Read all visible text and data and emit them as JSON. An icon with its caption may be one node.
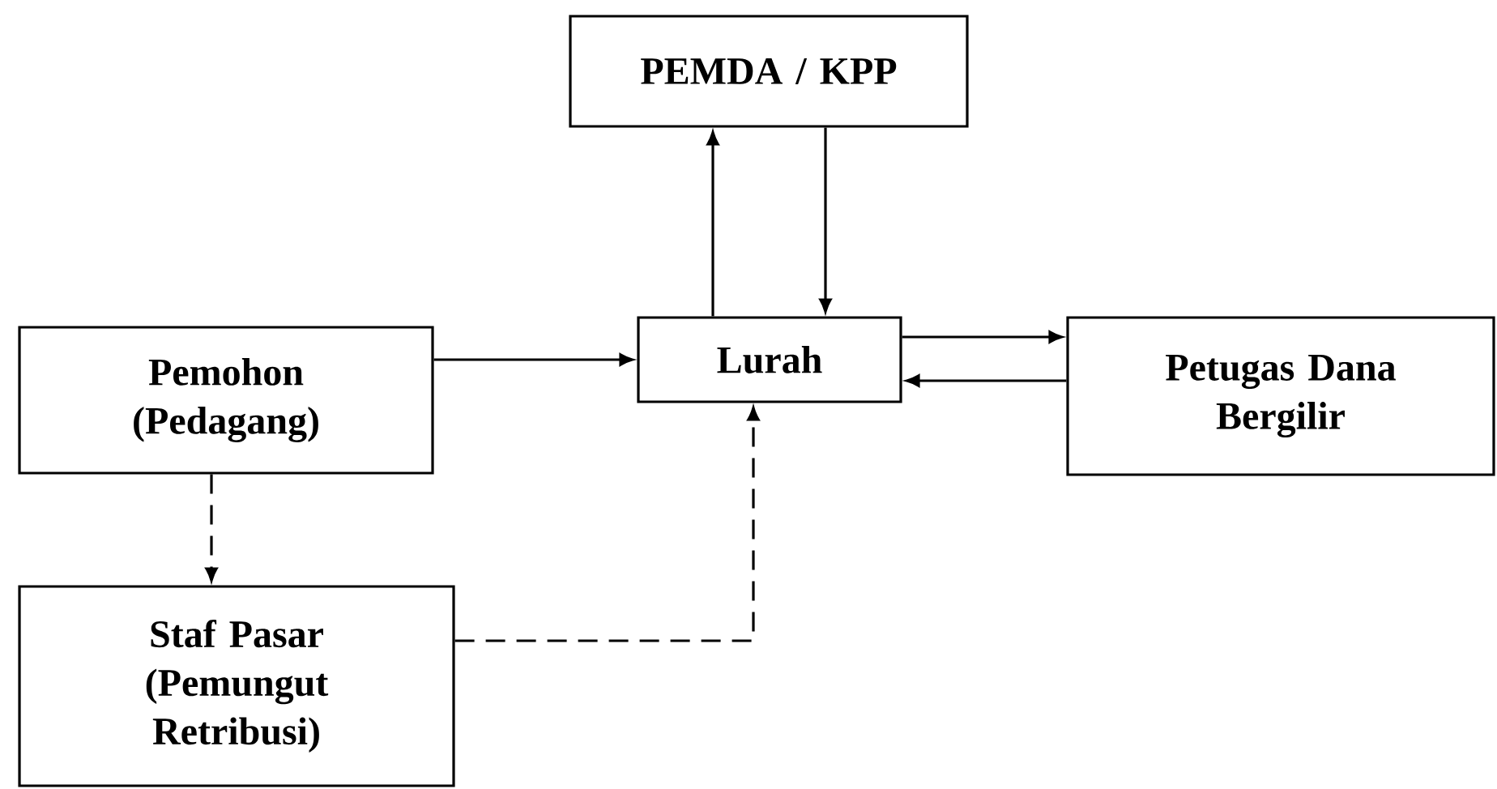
{
  "diagram": {
    "nodes": [
      {
        "text": [
          "PEMDA / KPP"
        ]
      },
      {
        "text": [
          "Lurah"
        ]
      },
      {
        "text": [
          "Pemohon (Pedagang)"
        ]
      },
      {
        "text": [
          "Petugas Dana Bergilir"
        ]
      },
      {
        "text": [
          "Staf Pasar (Pemungut Retribusi)"
        ]
      }
    ],
    "edges": [
      {
        "from": 1,
        "to": 0,
        "arrow": "to"
      },
      {
        "from": 0,
        "to": 1,
        "arrow": "to"
      },
      {
        "from": 2,
        "to": 1,
        "arrow": "to"
      },
      {
        "from": 1,
        "to": 3,
        "arrow": "to"
      },
      {
        "from": 3,
        "to": 1,
        "arrow": "to"
      },
      {
        "from": 2,
        "to": 4,
        "arrow": "to",
        "style": "dashed"
      },
      {
        "from": 4,
        "to": 1,
        "arrow": "to",
        "style": "dashed"
      }
    ]
  }
}
